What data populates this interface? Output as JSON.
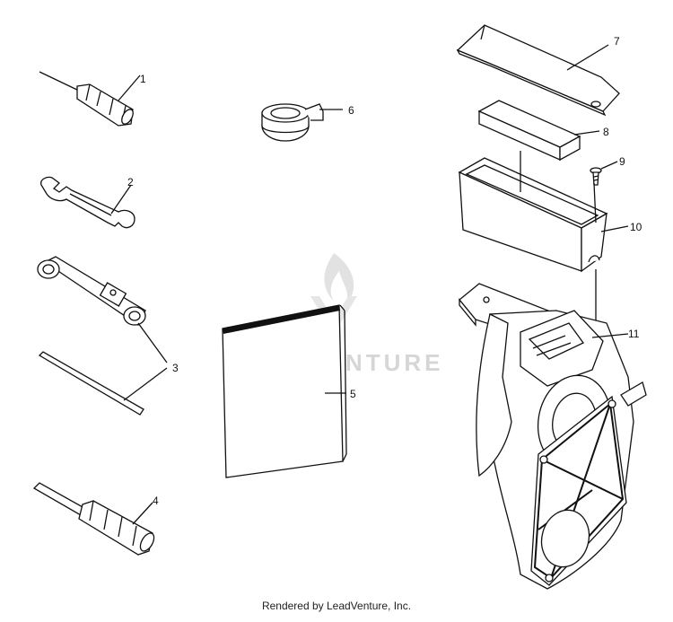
{
  "watermark": {
    "text": "LEADVENTURE",
    "color": "#d6d6d6"
  },
  "footer": {
    "text": "Rendered by LeadVenture, Inc."
  },
  "callouts": {
    "c1": "1",
    "c2": "2",
    "c3": "3",
    "c4": "4",
    "c5": "5",
    "c6": "6",
    "c7": "7",
    "c8": "8",
    "c9": "9",
    "c10": "10",
    "c11": "11"
  },
  "colors": {
    "line": "#111111",
    "background": "#ffffff"
  }
}
